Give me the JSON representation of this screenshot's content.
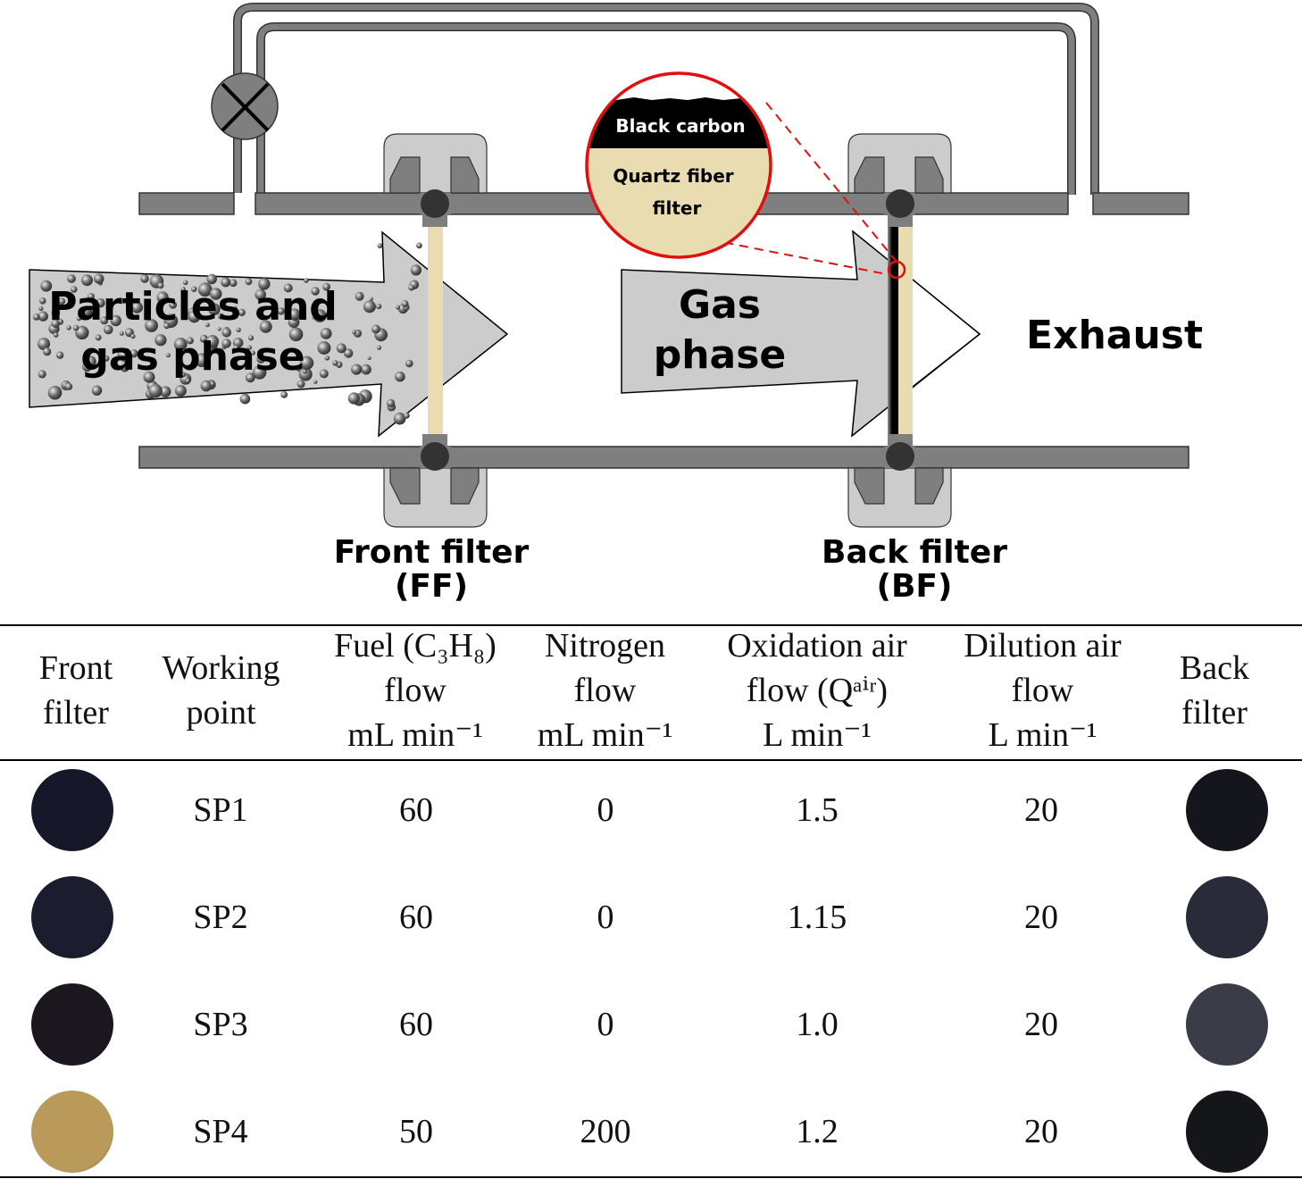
{
  "diagram": {
    "inlet_arrow_label": [
      "Particles and",
      "gas phase"
    ],
    "middle_arrow_label": [
      "Gas",
      "phase"
    ],
    "exhaust_label": "Exhaust",
    "front_filter_label": [
      "Front filter",
      "(FF)"
    ],
    "back_filter_label": [
      "Back filter",
      "(BF)"
    ],
    "inset": {
      "top_layer": "Black carbon",
      "bottom_layer": [
        "Quartz fiber",
        "filter"
      ]
    },
    "valve_icon": "valve-closed-icon",
    "colors": {
      "pipe": "#7f7f7f",
      "housing": "#cccccc",
      "oring": "#333333",
      "filter": "#e8dcb0",
      "carbon": "#000000",
      "arrow": "#cccccc",
      "inset_border": "#e01010"
    }
  },
  "table": {
    "headers": [
      {
        "lines": [
          "Front",
          "filter"
        ]
      },
      {
        "lines": [
          "Working",
          "point"
        ]
      },
      {
        "lines": [
          "Fuel (C₃H₈)",
          "flow",
          "mL min⁻¹"
        ]
      },
      {
        "lines": [
          "Nitrogen",
          "flow",
          "mL min⁻¹"
        ]
      },
      {
        "lines": [
          "Oxidation air",
          "flow (Qᵃⁱʳ)",
          "L min⁻¹"
        ]
      },
      {
        "lines": [
          "Dilution air",
          "flow",
          "L min⁻¹"
        ]
      },
      {
        "lines": [
          "Back",
          "filter"
        ]
      }
    ],
    "rows": [
      {
        "point": "SP1",
        "fuel": "60",
        "nitrogen": "0",
        "oxidation_air": "1.5",
        "dilution_air": "20",
        "front_filter_color": "#16182a",
        "back_filter_color": "#15161d"
      },
      {
        "point": "SP2",
        "fuel": "60",
        "nitrogen": "0",
        "oxidation_air": "1.15",
        "dilution_air": "20",
        "front_filter_color": "#1b1c2e",
        "back_filter_color": "#2a2b38"
      },
      {
        "point": "SP3",
        "fuel": "60",
        "nitrogen": "0",
        "oxidation_air": "1.0",
        "dilution_air": "20",
        "front_filter_color": "#1c161e",
        "back_filter_color": "#3a3c48"
      },
      {
        "point": "SP4",
        "fuel": "50",
        "nitrogen": "200",
        "oxidation_air": "1.2",
        "dilution_air": "20",
        "front_filter_color": "#b99a5a",
        "back_filter_color": "#14161a"
      }
    ]
  }
}
